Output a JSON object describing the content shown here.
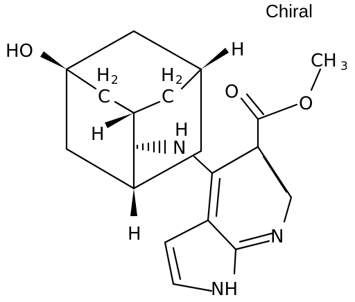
{
  "stereo_label": "Chiral",
  "atoms": {
    "hydroxyl": "HO",
    "methylene_left": "H",
    "methylene_left_sub": "2",
    "methylene_left_c": "C",
    "methylene_right": "H",
    "methylene_right_sub": "2",
    "methylene_right_c": "C",
    "bridgehead_h_top_right": "H",
    "bridgehead_h_left": "H",
    "bridgehead_h_bottom": "H",
    "amine": "N",
    "amine_h": "H",
    "ester_carbonyl_o": "O",
    "ester_ether_o": "O",
    "methyl": "CH",
    "methyl_sub": "3",
    "pyridine_n": "N",
    "pyrrole_nh": "NH"
  },
  "colors": {
    "ink": "#000000",
    "background": "#ffffff"
  }
}
